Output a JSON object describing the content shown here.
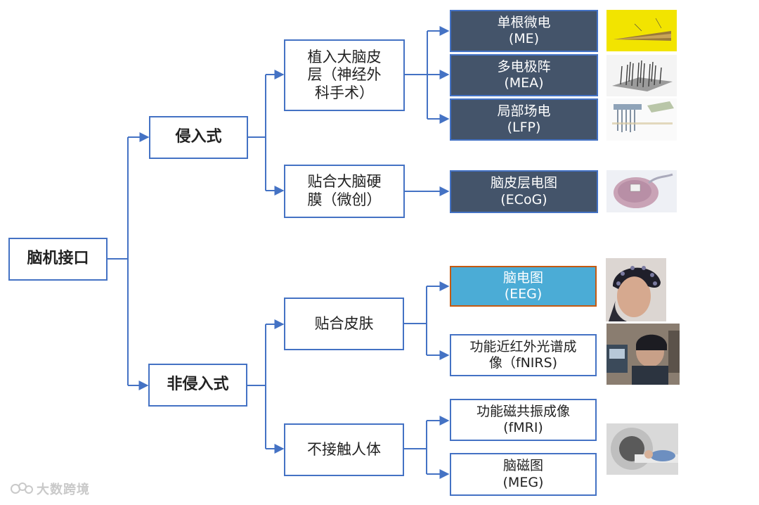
{
  "root": {
    "label": "脑机接口"
  },
  "invasive": {
    "label": "侵入式",
    "cortex": {
      "lines": [
        "植入大脑皮",
        "层（神经外",
        "科手术）"
      ],
      "leaves": [
        {
          "lines": [
            "单根微电",
            "(ME)"
          ],
          "image": "micro-electrode-tip-photo"
        },
        {
          "lines": [
            "多电极阵",
            "(MEA)"
          ],
          "image": "electrode-array-photo"
        },
        {
          "lines": [
            "局部场电",
            "(LFP)"
          ],
          "image": "lfp-probe-diagram"
        }
      ]
    },
    "dura": {
      "lines": [
        "贴合大脑硬",
        "膜（微创）"
      ],
      "leaves": [
        {
          "lines": [
            "脑皮层电图",
            "(ECoG)"
          ],
          "image": "ecog-brain-photo"
        }
      ]
    }
  },
  "noninvasive": {
    "label": "非侵入式",
    "skin": {
      "label": "贴合皮肤",
      "leaves": [
        {
          "lines": [
            "脑电图",
            "(EEG)"
          ],
          "image": "eeg-cap-photo"
        },
        {
          "lines": [
            "功能近红外光谱成",
            "像（fNIRS)"
          ],
          "image": "fnirs-headset-photo"
        }
      ]
    },
    "contactless": {
      "label": "不接触人体",
      "leaves": [
        {
          "lines": [
            "功能磁共振成像",
            "(fMRI)"
          ],
          "image": "mri-scanner-photo"
        },
        {
          "lines": [
            "脑磁图",
            "(MEG)"
          ],
          "image": "meg-scanner-photo"
        }
      ]
    }
  },
  "watermark": "大数跨境",
  "colors": {
    "connector": "#4472C4",
    "leaf_dark": "#44546A",
    "leaf_eeg": "#4BACD6",
    "eeg_border": "#C55A11"
  }
}
